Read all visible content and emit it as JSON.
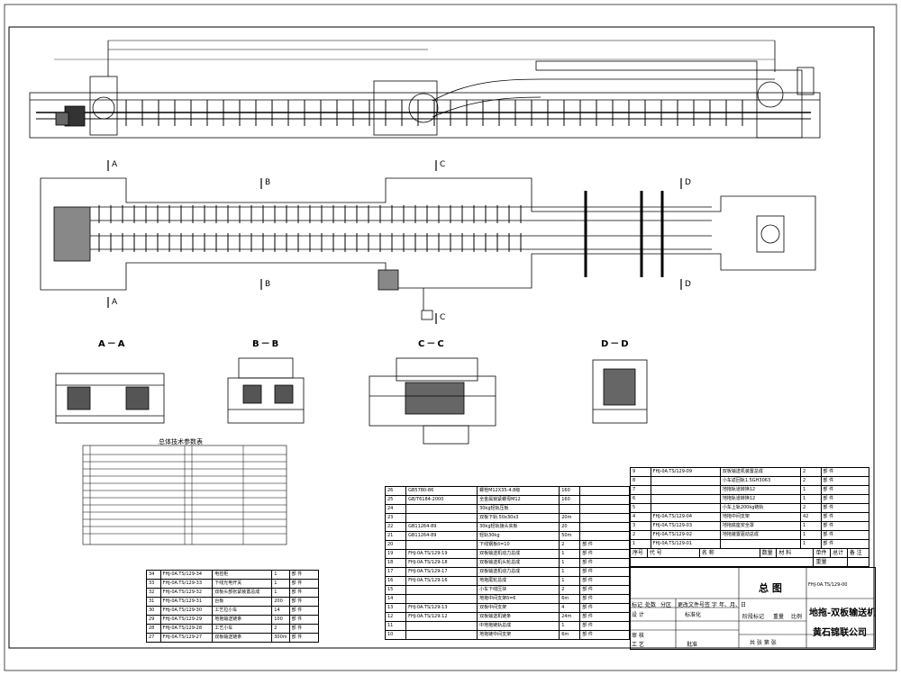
{
  "drawing": {
    "section_labels": [
      "A－A",
      "B－B",
      "C－C",
      "D－D"
    ],
    "cut_markers": [
      "A",
      "B",
      "C",
      "D"
    ],
    "param_table_title": "总体技术参数表",
    "title_block": {
      "title": "总 图",
      "name": "地拖-双板输送机",
      "company": "黄石锦联公司",
      "row_labels": [
        "标记",
        "处数",
        "分区",
        "更改文件号",
        "签 字",
        "年、月、日"
      ],
      "design": "设 计",
      "standard": "标准化",
      "stage_mark": "阶段标记",
      "weight": "重量",
      "scale": "比例",
      "review": "审 核",
      "process": "工 艺",
      "approve": "批准",
      "sheets": "共 张 第 张",
      "code": "FHJ-0A.TS/129-00"
    },
    "bom_headers": [
      "序号",
      "代 号",
      "名 称",
      "数量",
      "材 料",
      "单件",
      "总计",
      "备 注"
    ],
    "bom_weight": "重量",
    "bom_right": [
      [
        "9",
        "FHJ-0A.TS/129-09",
        "双板输送机装置总成",
        "2",
        "部 件"
      ],
      [
        "8",
        "",
        "小车返回轨1.5GH3063",
        "2",
        "部 件"
      ],
      [
        "7",
        "",
        "地拖轨道转换12",
        "1",
        "部 件"
      ],
      [
        "6",
        "",
        "地拖轨道转换12",
        "1",
        "部 件"
      ],
      [
        "5",
        "",
        "小车上轨200kg链轨",
        "2",
        "部 件"
      ],
      [
        "4",
        "FHJ-0A.TS/129-04",
        "地拖中间支架",
        "42",
        "部 件"
      ],
      [
        "3",
        "FHJ-0A.TS/129-03",
        "地拖底座安全罩",
        "1",
        "部 件"
      ],
      [
        "2",
        "FHJ-0A.TS/129-02",
        "地拖装置驱动总成",
        "1",
        "部 件"
      ],
      [
        "1",
        "FHJ-0A.TS/129-01",
        "",
        "1",
        "部 件"
      ]
    ],
    "bom_middle": [
      [
        "26",
        "GB5780-86",
        "螺栓M12X35-4.8级",
        "160",
        ""
      ],
      [
        "25",
        "GB/T6184-2000",
        "全金属锁紧螺母M12",
        "160",
        ""
      ],
      [
        "24",
        "",
        "30kg轻轨压板",
        "",
        ""
      ],
      [
        "23",
        "",
        "双板下轨 50x30x3",
        "20m",
        ""
      ],
      [
        "22",
        "GB11264-89",
        "30kg轻轨接头夹板",
        "20",
        ""
      ],
      [
        "21",
        "GB11264-89",
        "轻轨30kg",
        "50m",
        ""
      ],
      [
        "20",
        "",
        "下线钢板δ=10",
        "2",
        "部 件"
      ],
      [
        "19",
        "FHJ-0A.TS/129-19",
        "双板输送机动力总成",
        "1",
        "部 件"
      ],
      [
        "18",
        "FHJ-0A.TS/129-18",
        "双板输送机头轮总成",
        "1",
        "部 件"
      ],
      [
        "17",
        "FHJ-0A.TS/129-17",
        "双板输送机动力总成",
        "1",
        "部 件"
      ],
      [
        "16",
        "FHJ-0A.TS/129-16",
        "地拖尾轮总成",
        "1",
        "部 件"
      ],
      [
        "15",
        "",
        "小车下线压块",
        "2",
        "部 件"
      ],
      [
        "14",
        "",
        "地拖中间支架δ=6",
        "6m",
        "部 件"
      ],
      [
        "13",
        "FHJ-0A.TS/129-13",
        "双板中间支架",
        "4",
        "部 件"
      ],
      [
        "12",
        "FHJ-0A.TS/129-12",
        "双板输送机链条",
        "24m",
        "部 件"
      ],
      [
        "11",
        "",
        "中地拖链轨总成",
        "1",
        "部 件"
      ],
      [
        "10",
        "",
        "地拖链中间支架",
        "6m",
        "部 件"
      ]
    ],
    "bom_left": [
      [
        "34",
        "FHJ-0A.TS/129-34",
        "电控柜",
        "1",
        "部 件"
      ],
      [
        "33",
        "FHJ-0A.TS/129-33",
        "下线光电开关",
        "1",
        "部 件"
      ],
      [
        "32",
        "FHJ-0A.TS/129-32",
        "双板头部张紧装置总成",
        "1",
        "部 件"
      ],
      [
        "31",
        "FHJ-0A.TS/129-31",
        "台板",
        "200",
        "部 件"
      ],
      [
        "30",
        "FHJ-0A.TS/129-30",
        "工艺拉小车",
        "14",
        "部 件"
      ],
      [
        "29",
        "FHJ-0A.TS/129-29",
        "地拖输送链条",
        "100",
        "部 件"
      ],
      [
        "28",
        "FHJ-0A.TS/129-28",
        "工艺小车",
        "2",
        "部 件"
      ],
      [
        "27",
        "FHJ-0A.TS/129-27",
        "双板输送链条",
        "300m",
        "部 件"
      ]
    ]
  }
}
